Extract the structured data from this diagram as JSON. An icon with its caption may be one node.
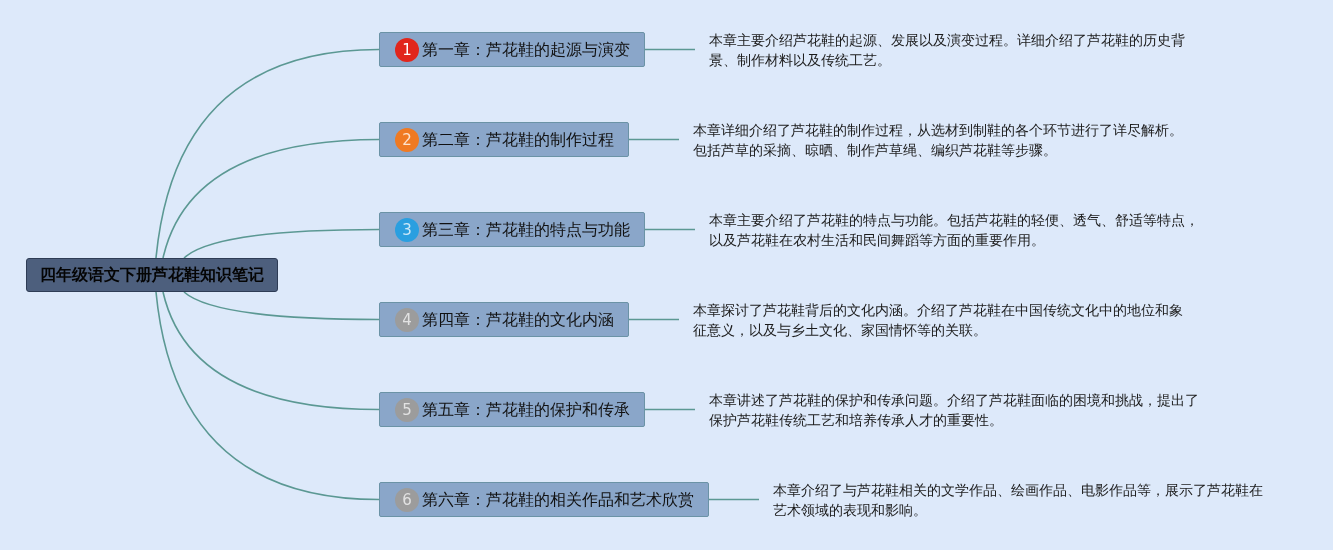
{
  "diagram": {
    "nodes": [
      {
        "text": [
          "四年级语文下册芦花鞋知识笔记"
        ]
      },
      {
        "text": [
          "1",
          "第一章：芦花鞋的起源与演变"
        ]
      },
      {
        "text": [
          "2",
          "第二章：芦花鞋的制作过程"
        ]
      },
      {
        "text": [
          "3",
          "第三章：芦花鞋的特点与功能"
        ]
      },
      {
        "text": [
          "4",
          "第四章：芦花鞋的文化内涵"
        ]
      },
      {
        "text": [
          "5",
          "第五章：芦花鞋的保护和传承"
        ]
      },
      {
        "text": [
          "6",
          "第六章：芦花鞋的相关作品和艺术欣赏"
        ]
      },
      {
        "text": [
          "本章主要介绍芦花鞋的起源、发展以及演变过程。详细介绍了芦花鞋的历史背景、制作材料以及传统工艺。"
        ]
      },
      {
        "text": [
          "本章详细介绍了芦花鞋的制作过程，从选材到制鞋的各个环节进行了详尽解析。包括芦草的采摘、晾晒、制作芦草绳、编织芦花鞋等步骤。"
        ]
      },
      {
        "text": [
          "本章主要介绍了芦花鞋的特点与功能。包括芦花鞋的轻便、透气、舒适等特点，以及芦花鞋在农村生活和民间舞蹈等方面的重要作用。"
        ]
      },
      {
        "text": [
          "本章探讨了芦花鞋背后的文化内涵。介绍了芦花鞋在中国传统文化中的地位和象征意义，以及与乡土文化、家国情怀等的关联。"
        ]
      },
      {
        "text": [
          "本章讲述了芦花鞋的保护和传承问题。介绍了芦花鞋面临的困境和挑战，提出了保护芦花鞋传统工艺和培养传承人才的重要性。"
        ]
      },
      {
        "text": [
          "本章介绍了与芦花鞋相关的文学作品、绘画作品、电影作品等，展示了芦花鞋在艺术领域的表现和影响。"
        ]
      }
    ],
    "edges": [
      {
        "from": 0,
        "to": 1,
        "arrow": "none"
      },
      {
        "from": 0,
        "to": 2,
        "arrow": "none"
      },
      {
        "from": 0,
        "to": 3,
        "arrow": "none"
      },
      {
        "from": 0,
        "to": 4,
        "arrow": "none"
      },
      {
        "from": 0,
        "to": 5,
        "arrow": "none"
      },
      {
        "from": 0,
        "to": 6,
        "arrow": "none"
      },
      {
        "from": 1,
        "to": 7,
        "arrow": "none"
      },
      {
        "from": 2,
        "to": 8,
        "arrow": "none"
      },
      {
        "from": 3,
        "to": 9,
        "arrow": "none"
      },
      {
        "from": 4,
        "to": 10,
        "arrow": "none"
      },
      {
        "from": 5,
        "to": 11,
        "arrow": "none"
      },
      {
        "from": 6,
        "to": 12,
        "arrow": "none"
      }
    ]
  }
}
